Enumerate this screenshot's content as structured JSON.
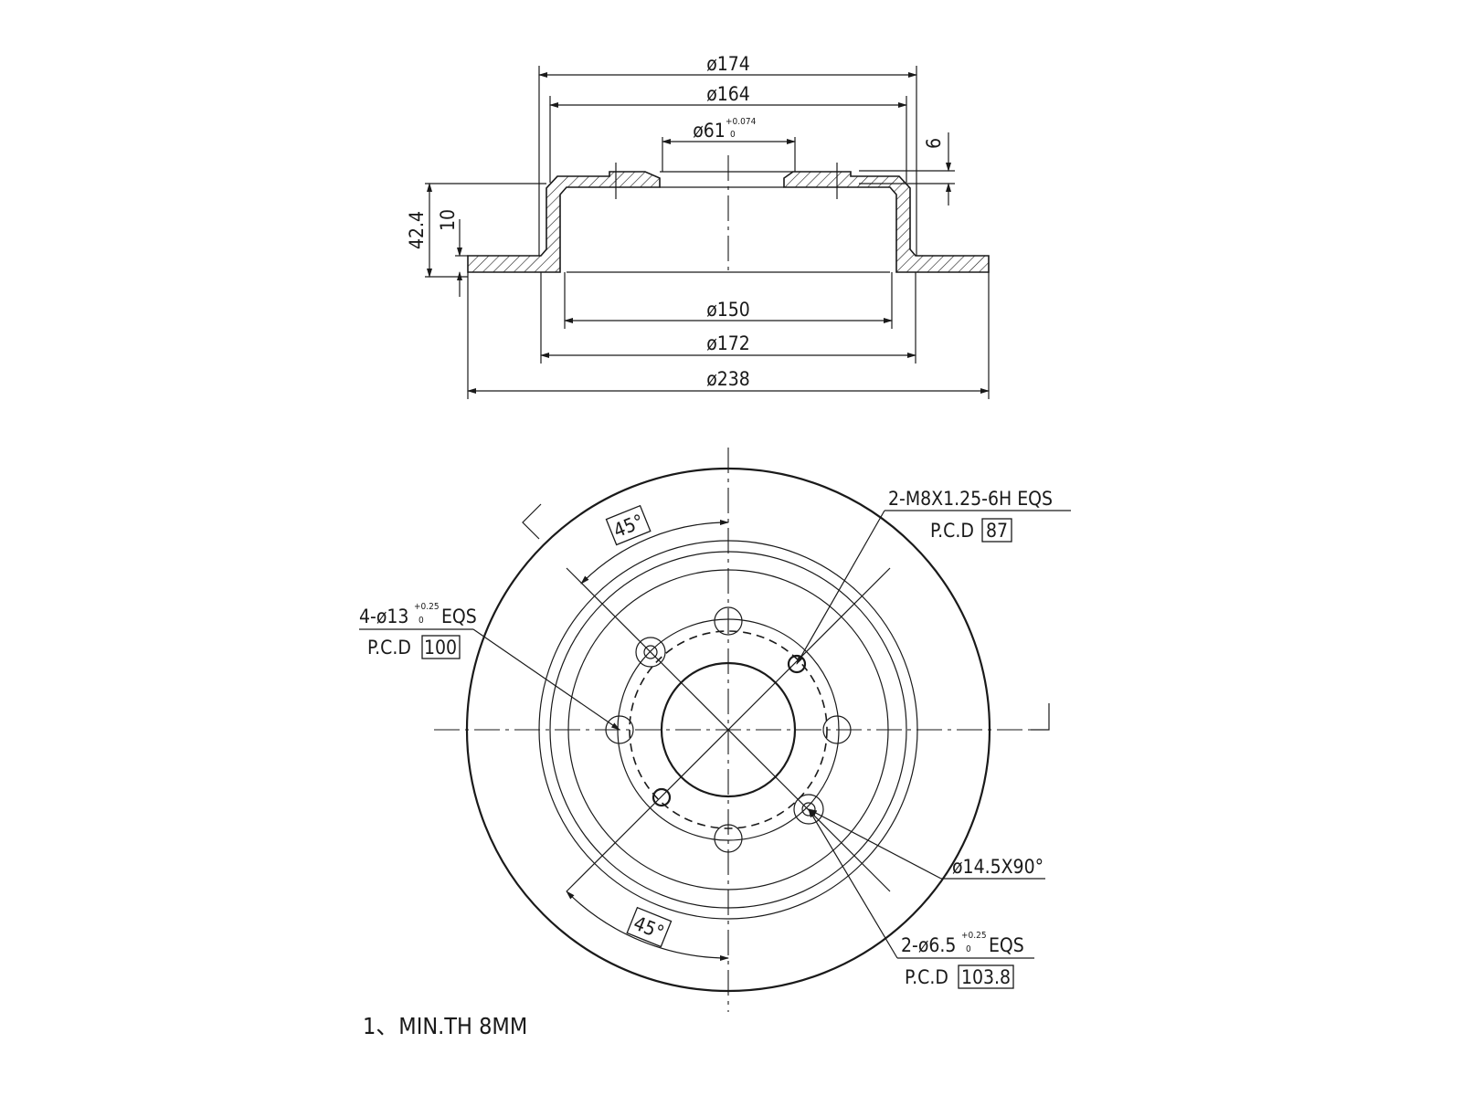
{
  "side_view": {
    "dims": {
      "d174": "ø174",
      "d164": "ø164",
      "d61": "ø61",
      "d61_tol_upper": "+0.074",
      "d61_tol_lower": "0",
      "t6": "6",
      "h42": "42.4",
      "h10": "10",
      "d150": "ø150",
      "d172": "ø172",
      "d238": "ø238"
    }
  },
  "front_view": {
    "angle_top": "45°",
    "angle_bottom": "45°",
    "thread_callout": "2-M8X1.25-6H EQS",
    "thread_pcd_label": "P.C.D",
    "thread_pcd_value": "87",
    "bolt_callout_prefix": "4-ø13",
    "bolt_tol_upper": "+0.25",
    "bolt_tol_lower": "0",
    "bolt_callout_suffix": "EQS",
    "bolt_pcd_label": "P.C.D",
    "bolt_pcd_value": "100",
    "countersink": "ø14.5X90°",
    "pin_callout_prefix": "2-ø6.5",
    "pin_tol_upper": "+0.25",
    "pin_tol_lower": "0",
    "pin_callout_suffix": "EQS",
    "pin_pcd_label": "P.C.D",
    "pin_pcd_value": "103.8"
  },
  "notes": {
    "min_thickness": "1、MIN.TH 8MM"
  }
}
